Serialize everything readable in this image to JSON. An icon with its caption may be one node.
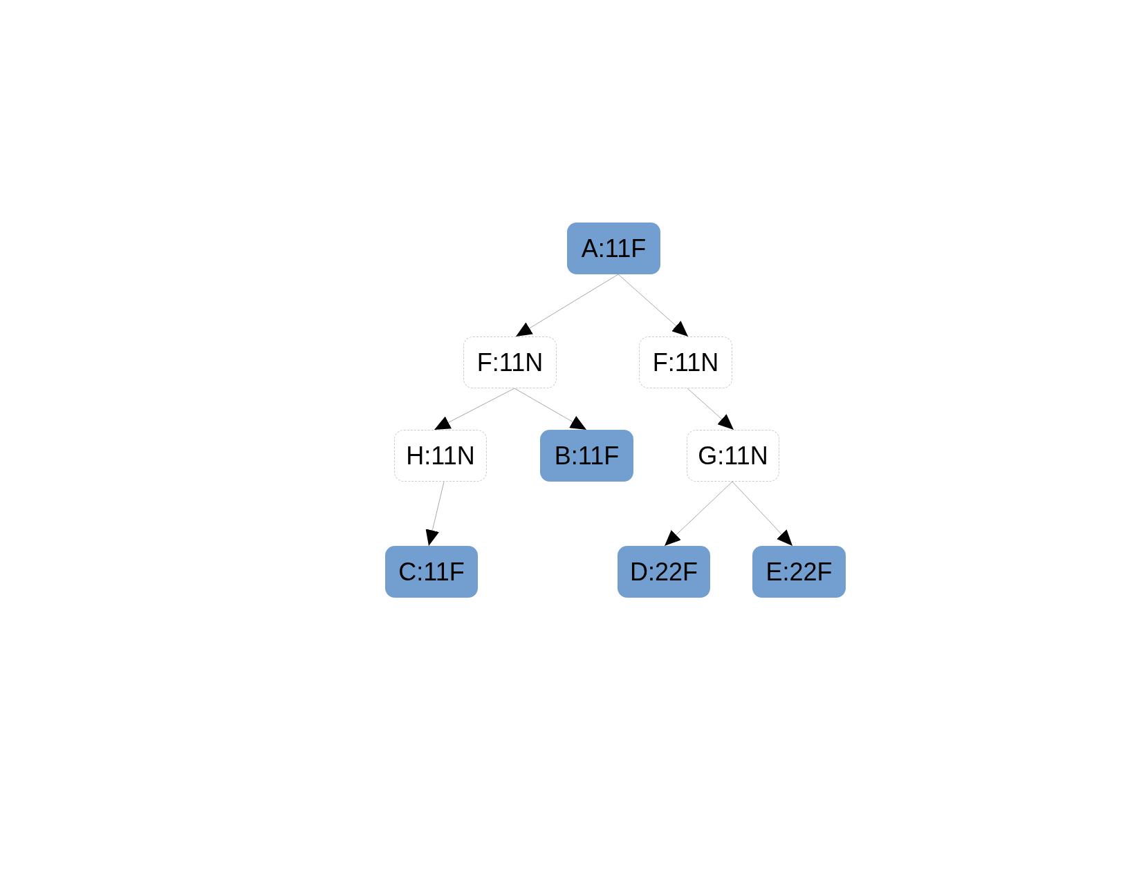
{
  "diagram": {
    "nodes": [
      {
        "text": [
          "A:11F"
        ]
      },
      {
        "text": [
          "F:11N"
        ]
      },
      {
        "text": [
          "F:11N"
        ]
      },
      {
        "text": [
          "H:11N"
        ]
      },
      {
        "text": [
          "B:11F"
        ]
      },
      {
        "text": [
          "G:11N"
        ]
      },
      {
        "text": [
          "C:11F"
        ]
      },
      {
        "text": [
          "D:22F"
        ]
      },
      {
        "text": [
          "E:22F"
        ]
      }
    ],
    "edges": [
      {
        "from": 0,
        "to": 1,
        "arrow": "to"
      },
      {
        "from": 0,
        "to": 2,
        "arrow": "to"
      },
      {
        "from": 1,
        "to": 3,
        "arrow": "to"
      },
      {
        "from": 1,
        "to": 4,
        "arrow": "to"
      },
      {
        "from": 2,
        "to": 5,
        "arrow": "to"
      },
      {
        "from": 3,
        "to": 6,
        "arrow": "to"
      },
      {
        "from": 5,
        "to": 7,
        "arrow": "to"
      },
      {
        "from": 5,
        "to": 8,
        "arrow": "to"
      }
    ]
  }
}
